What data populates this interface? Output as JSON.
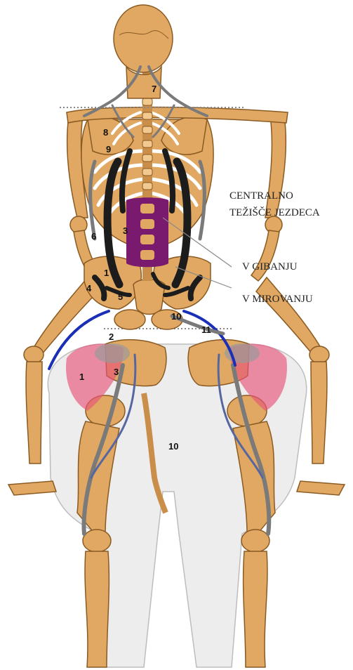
{
  "labels": {
    "central_title_line1": "CENTRALNO",
    "central_title_line2": "TEŽIŠČE JEZDECA",
    "moving": "V GIBANJU",
    "resting": "V MIROVANJU"
  },
  "markers": {
    "m7": "7",
    "m8": "8",
    "m9": "9",
    "m6": "6",
    "m3_upper": "3",
    "m1_upper": "1",
    "m4": "4",
    "m5": "5",
    "m10_upper": "10",
    "m11": "11",
    "m2": "2",
    "m1_lower": "1",
    "m3_lower": "3",
    "m10_lower": "10"
  },
  "colors": {
    "bone": "#E0A862",
    "bone_outline": "#8A5A22",
    "horse_body": "#EDEDED",
    "muscle_dark": "#1C1C1C",
    "muscle_grey": "#7A7A7A",
    "muscle_blue": "#1A2FB5",
    "muscle_pink": "#E8547A",
    "center_purple": "#7A1A6E",
    "guide_line": "#888888"
  }
}
